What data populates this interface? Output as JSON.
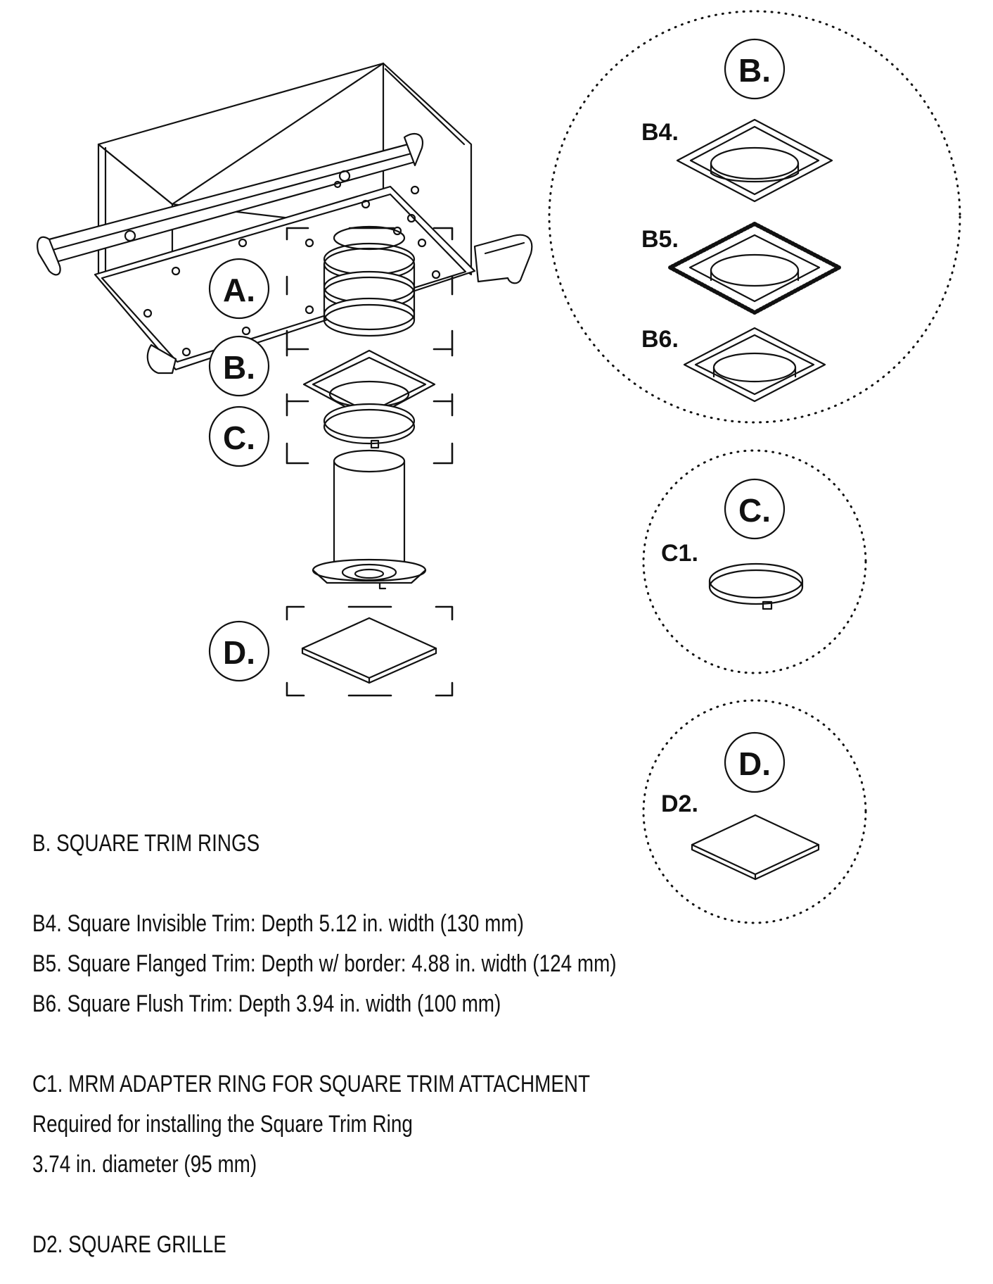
{
  "callouts": {
    "a": "A.",
    "b": "B.",
    "c": "C.",
    "d": "D."
  },
  "detail_b": {
    "title": "B.",
    "items": [
      "B4.",
      "B5.",
      "B6."
    ]
  },
  "detail_c": {
    "title": "C.",
    "items": [
      "C1."
    ]
  },
  "detail_d": {
    "title": "D.",
    "items": [
      "D2."
    ]
  },
  "notes": {
    "b_heading": "B. SQUARE TRIM RINGS",
    "b4": "B4. Square Invisible Trim: Depth 5.12 in. width (130 mm)",
    "b5": "B5. Square Flanged Trim: Depth w/ border: 4.88 in. width (124 mm)",
    "b6": "B6. Square Flush Trim: Depth 3.94 in. width (100 mm)",
    "c1_heading": "C1. MRM ADAPTER RING FOR SQUARE TRIM ATTACHMENT",
    "c1_line1": "Required for installing the Square Trim Ring",
    "c1_line2": "3.74 in. diameter (95 mm)",
    "d2_heading": "D2. SQUARE GRILLE"
  }
}
